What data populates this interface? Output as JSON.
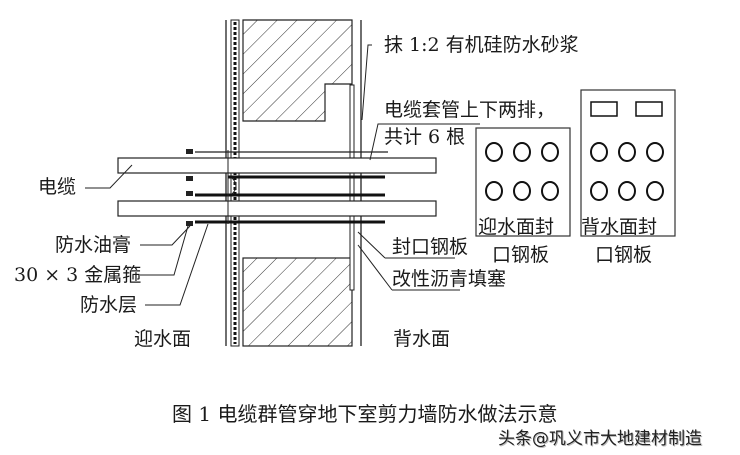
{
  "labels": {
    "mortar": "抹 1:2 有机硅防水砂浆",
    "sleeve_line1": "电缆套管上下两排，",
    "sleeve_line2": "共计 6 根",
    "cable": "电缆",
    "sealant": "防水油膏",
    "hoop": "30 × 3 金属箍",
    "waterproof_layer": "防水层",
    "upstream_face": "迎水面",
    "downstream_face": "背水面",
    "seal_plate": "封口钢板",
    "asphalt_fill": "改性沥青填塞",
    "upstream_plate_line1": "迎水面封",
    "upstream_plate_line2": "口钢板",
    "downstream_plate_line1": "背水面封",
    "downstream_plate_line2": "口钢板"
  },
  "caption": "图 1    电缆群管穿地下室剪力墙防水做法示意",
  "watermark": "头条@巩义市大地建材制造",
  "sleeve_count": 6
}
